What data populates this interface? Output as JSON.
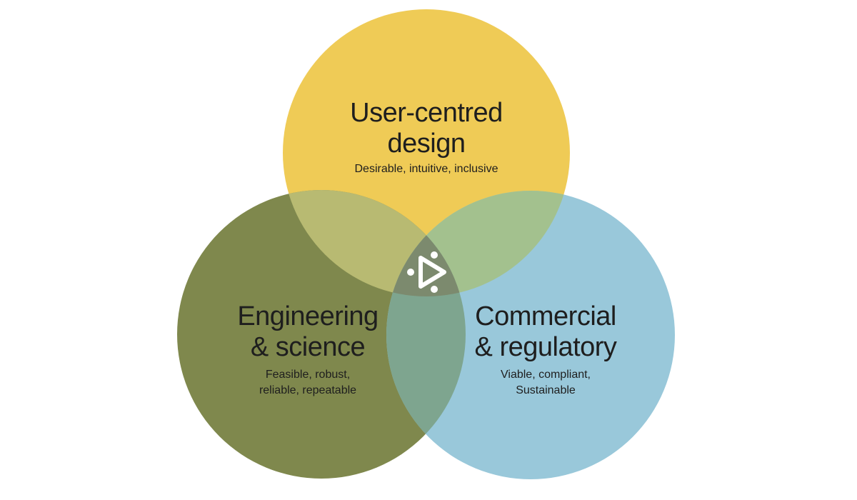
{
  "colors": {
    "design": "#efcb56",
    "engineering": "#7f884d",
    "commercial": "#99c8da",
    "design_engineering": "#b8ba72",
    "design_commercial": "#a3c18e",
    "engineering_commercial": "#7ea58f",
    "center": "#7c8a6e",
    "logo": "#ffffff",
    "text": "#1e1e1e"
  },
  "circles": {
    "design": {
      "title_lines": [
        "User-centred",
        "design"
      ],
      "subtitle_lines": [
        "Desirable, intuitive, inclusive"
      ]
    },
    "engineering": {
      "title_lines": [
        "Engineering",
        "& science"
      ],
      "subtitle_lines": [
        "Feasible, robust,",
        "reliable, repeatable"
      ]
    },
    "commercial": {
      "title_lines": [
        "Commercial",
        "& regulatory"
      ],
      "subtitle_lines": [
        "Viable, compliant,",
        "Sustainable"
      ]
    }
  },
  "center_icon": "triangle-people-logo-icon"
}
